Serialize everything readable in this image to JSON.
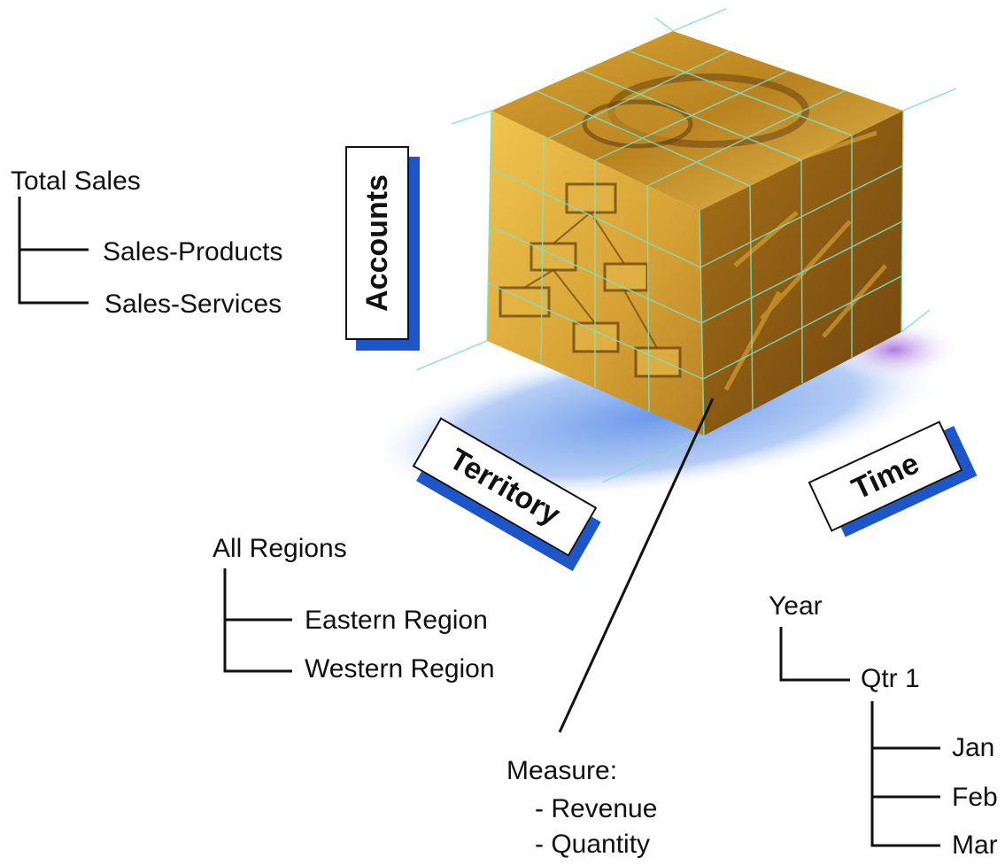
{
  "diagram": {
    "cube": {
      "description_icon": "data-cube-icon",
      "colors": {
        "face_light": "#e9b73c",
        "face_mid": "#c98f1c",
        "face_dark": "#8a5a12",
        "grid": "#7fe0c8",
        "shadow": "#5b8ee8",
        "shadow_purple": "#9a5ad6",
        "tag_shadow": "#1e55c8"
      }
    },
    "dimensions": {
      "accounts": "Accounts",
      "territory": "Territory",
      "time": "Time"
    },
    "accounts_hierarchy": {
      "root": "Total Sales",
      "children": [
        "Sales-Products",
        "Sales-Services"
      ]
    },
    "territory_hierarchy": {
      "root": "All Regions",
      "children": [
        "Eastern Region",
        "Western Region"
      ]
    },
    "time_hierarchy": {
      "root": "Year",
      "quarter": "Qtr 1",
      "months": [
        "Jan",
        "Feb",
        "Mar"
      ]
    },
    "measure": {
      "title": "Measure:",
      "items": [
        "- Revenue",
        "- Quantity"
      ]
    }
  }
}
